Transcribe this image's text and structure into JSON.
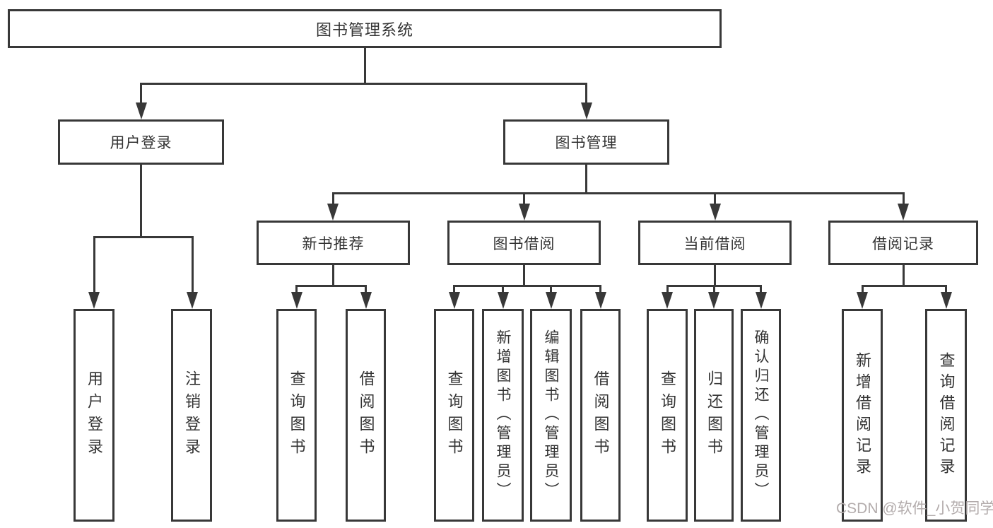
{
  "diagram_title": "图书管理系统",
  "tree": {
    "label": "图书管理系统",
    "children": [
      {
        "label": "用户登录",
        "children": [
          {
            "label": "用户登录"
          },
          {
            "label": "注销登录"
          }
        ]
      },
      {
        "label": "图书管理",
        "children": [
          {
            "label": "新书推荐",
            "children": [
              {
                "label": "查询图书"
              },
              {
                "label": "借阅图书"
              }
            ]
          },
          {
            "label": "图书借阅",
            "children": [
              {
                "label": "查询图书"
              },
              {
                "label": "新增图书（管理员）"
              },
              {
                "label": "编辑图书（管理员）"
              },
              {
                "label": "借阅图书"
              }
            ]
          },
          {
            "label": "当前借阅",
            "children": [
              {
                "label": "查询图书"
              },
              {
                "label": "归还图书"
              },
              {
                "label": "确认归还（管理员）"
              }
            ]
          },
          {
            "label": "借阅记录",
            "children": [
              {
                "label": "新增借阅记录"
              },
              {
                "label": "查询借阅记录"
              }
            ]
          }
        ]
      }
    ]
  },
  "watermark": "CSDN @软件_小贺同学",
  "colors": {
    "line": "#383838",
    "text": "#333333",
    "background": "#ffffff",
    "watermark": "#b3acac"
  }
}
